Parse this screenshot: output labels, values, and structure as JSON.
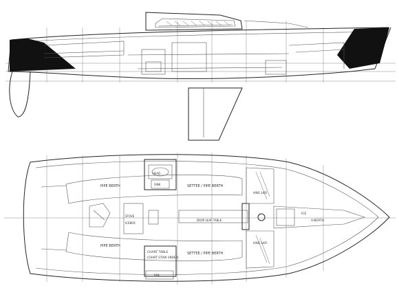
{
  "plan_labels": {
    "pipe_berth_port": "PIPE BERTH",
    "pipe_berth_stbd": "PIPE BERTH",
    "settee_pipe_berth_port": "SETTEE / PIPE BERTH",
    "settee_pipe_berth_stbd": "SETTEE / PIPE BERTH",
    "chart_table": "CHART TABLE",
    "chart_table_note": "(CHART STOW UNDER)",
    "hanging_locker_port": "HNG LKR",
    "hanging_locker_stbd": "HNG LKR",
    "drop_leaf_table": "DROP LEAF TABLE",
    "v_berth": "V-BERTH",
    "ice": "ICE",
    "head": "HEAD",
    "sink": "SINK",
    "stove": "STOVE",
    "icebox": "ICEBOX",
    "fan": "FAN"
  },
  "colors": {
    "ink": "#222222",
    "fill": "#111111",
    "paper": "#ffffff"
  }
}
